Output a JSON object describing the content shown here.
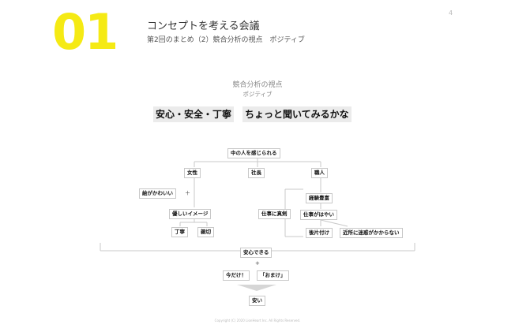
{
  "header": {
    "number": "01",
    "title": "コンセプトを考える会議",
    "subtitle": "第2回のまとめ（2）競合分析の視点　ポジティブ",
    "page_number": "4"
  },
  "section": {
    "title": "競合分析の視点",
    "subtitle": "ポジティブ"
  },
  "headline": {
    "left": "安心・安全・丁寧",
    "right": "ちょっと聞いてみるかな"
  },
  "tree": {
    "root": "中の人を感じられる",
    "women": "女性",
    "president": "社長",
    "craftsman": "職人",
    "cute_picture": "絵がかわいい",
    "plus1": "＋",
    "gentle_image": "優しいイメージ",
    "polite": "丁寧",
    "kind": "親切",
    "serious": "仕事に真剣",
    "experience": "経験豊富",
    "fast": "仕事がはやい",
    "cleanup": "後片付け",
    "no_trouble": "近所に迷惑がかからない",
    "relief": "安心できる",
    "plus2": "+",
    "only_now": "今だけ！",
    "bonus": "「おまけ」",
    "cheap": "安い"
  },
  "footer": {
    "copyright": "Copyright (C) 2020 LionHeart Inc. All Rights Reserved."
  }
}
